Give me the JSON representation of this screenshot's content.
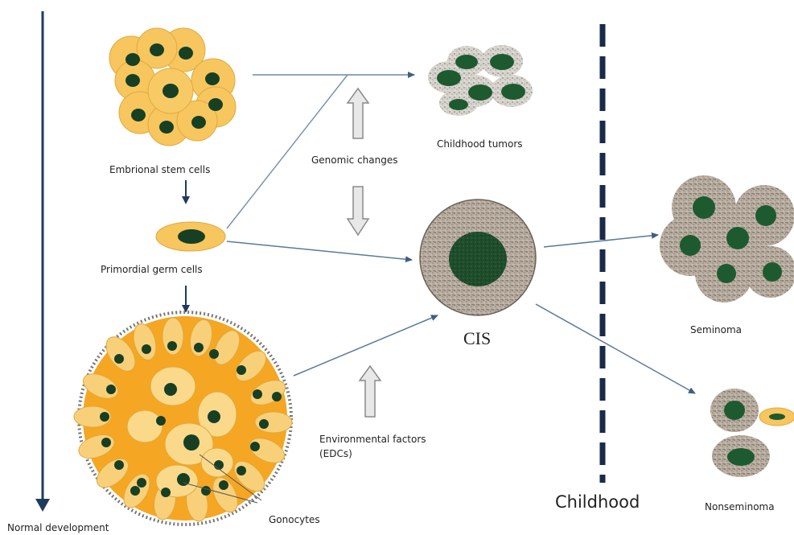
{
  "labels": {
    "embrional_stem_cells": "Embrional stem cells",
    "primordial_germ_cells": "Primordial germ cells",
    "genomic_changes": "Genomic changes",
    "childhood_tumors": "Childhood tumors",
    "cis": "CIS",
    "seminoma": "Seminoma",
    "nonseminoma": "Nonseminoma",
    "environmental_factors_line1": "Environmental factors",
    "environmental_factors_line2": "(EDCs)",
    "gonocytes": "Gonocytes",
    "childhood": "Childhood",
    "normal_development": "Normal development"
  },
  "colors": {
    "cell_yellow": "#f7c65e",
    "cell_yellow_light": "#fbd98a",
    "orange_tissue": "#f5a623",
    "nucleus_green": "#1a4a2a",
    "arrow_blue": "#5a7a9a",
    "arrow_dark": "#1f3b5c",
    "tumor_grey": "#9b9286",
    "dashed_line": "#1a2a4a"
  }
}
